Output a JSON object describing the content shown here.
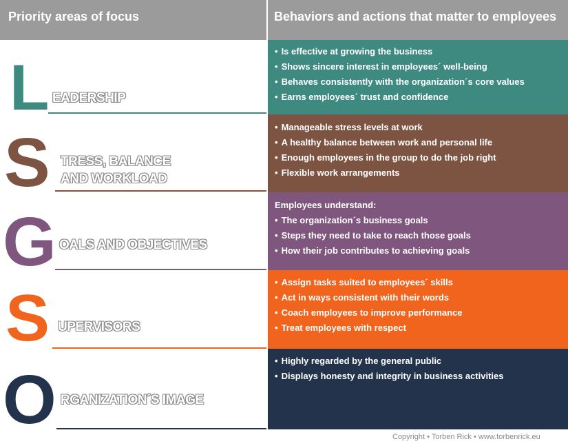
{
  "header": {
    "left_title": "Priority areas of focus",
    "right_title": "Behaviors and actions that matter to employees"
  },
  "colors": {
    "header": "#9b9b9b",
    "leadership": "#3f8a80",
    "stress": "#7d5442",
    "goals": "#7f567e",
    "supervisors": "#f0641e",
    "image": "#23334c"
  },
  "rows": [
    {
      "letter": "L",
      "label_lines": [
        "EADERSHIP"
      ],
      "intro": "",
      "items": [
        "Is effective at growing the business",
        "Shows sincere interest in employees´ well-being",
        "Behaves consistently with the organization´s core values",
        "Earns employees´ trust and confidence"
      ]
    },
    {
      "letter": "S",
      "label_lines": [
        "TRESS, BALANCE",
        "AND WORKLOAD"
      ],
      "intro": "",
      "items": [
        "Manageable stress levels at work",
        "A healthy balance between work and personal life",
        "Enough employees in the group to do the job right",
        "Flexible work arrangements"
      ]
    },
    {
      "letter": "G",
      "label_lines": [
        "OALS AND OBJECTIVES"
      ],
      "intro": "Employees understand:",
      "items": [
        "The organization´s business goals",
        "Steps they need to take to reach those goals",
        "How their job contributes to achieving goals"
      ]
    },
    {
      "letter": "S",
      "label_lines": [
        "UPERVISORS"
      ],
      "intro": "",
      "items": [
        "Assign tasks suited to employees´ skills",
        "Act in ways consistent with their words",
        "Coach employees to improve performance",
        "Treat employees with respect"
      ]
    },
    {
      "letter": "O",
      "label_lines": [
        "RGANIZATION´S IMAGE"
      ],
      "intro": "",
      "items": [
        "Highly regarded by the general public",
        "Displays honesty and integrity in business activities"
      ]
    }
  ],
  "bullet": "•",
  "footer": "Copyright • Torben Rick • www.torbenrick.eu"
}
